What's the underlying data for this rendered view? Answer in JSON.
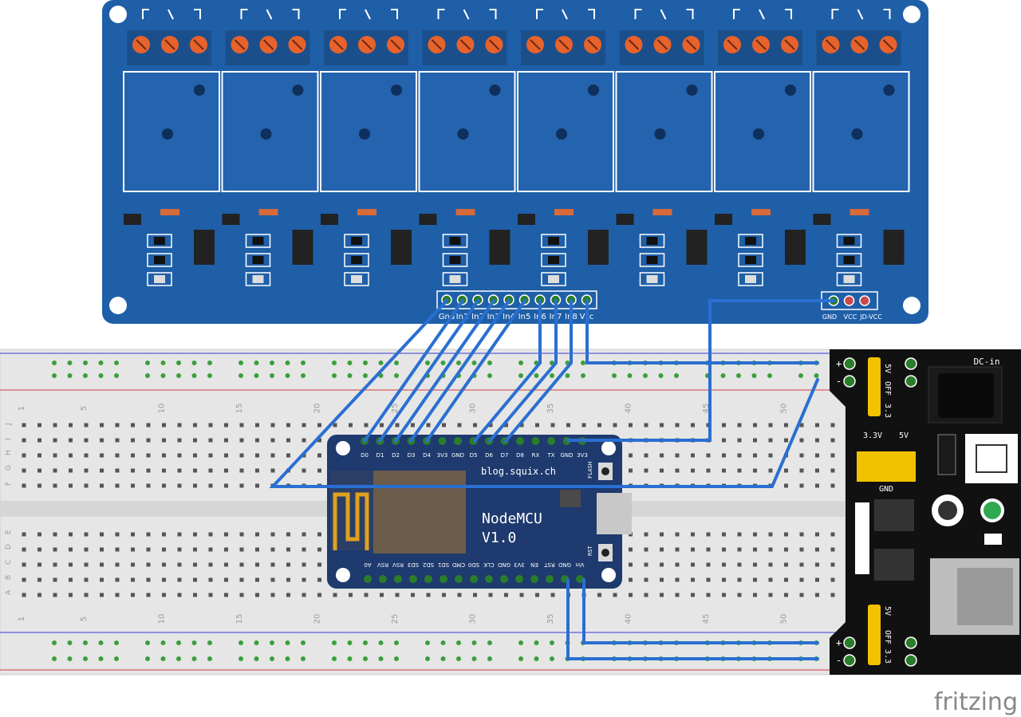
{
  "relay_board": {
    "relay_count": 8,
    "header_pins": [
      "Gnd",
      "In1",
      "In2",
      "In3",
      "In4",
      "In5",
      "In6",
      "In7",
      "In8",
      "Vcc"
    ],
    "power_pins": [
      "GND",
      "VCC",
      "JD-VCC"
    ],
    "colors": {
      "pcb": "#1e5fa8",
      "relay": "#2463ad",
      "terminal": "#e8622b",
      "wire": "#2a6fd1"
    }
  },
  "breadboard": {
    "columns": [
      "1",
      "5",
      "10",
      "15",
      "20",
      "25",
      "30",
      "35",
      "40",
      "45",
      "50"
    ],
    "rows_top": [
      "J",
      "I",
      "H",
      "G",
      "F"
    ],
    "rows_bottom": [
      "E",
      "D",
      "C",
      "B",
      "A"
    ],
    "rail_plus": "+",
    "rail_minus": "-"
  },
  "nodemcu": {
    "name": "NodeMCU",
    "version": "V1.0",
    "site": "blog.squix.ch",
    "top_pins": [
      "D0",
      "D1",
      "D2",
      "D3",
      "D4",
      "3V3",
      "GND",
      "D5",
      "D6",
      "D7",
      "D8",
      "RX",
      "TX",
      "GND",
      "3V3"
    ],
    "bottom_pins": [
      "A0",
      "RSV",
      "RSV",
      "SD3",
      "SD2",
      "SD1",
      "CMD",
      "SD0",
      "CLK",
      "GND",
      "3V3",
      "EN",
      "RST",
      "GND",
      "Vin"
    ],
    "flash_label": "FLASH",
    "rst_label": "RST"
  },
  "power_module": {
    "dc_label": "DC-in",
    "jumper_labels": [
      "5V",
      "OFF",
      "3.3"
    ],
    "select_labels": [
      "3.3V",
      "5V"
    ],
    "gnd_label": "GND",
    "rail_plus": "+",
    "rail_minus": "-"
  },
  "footer": {
    "logo": "fritzing"
  }
}
